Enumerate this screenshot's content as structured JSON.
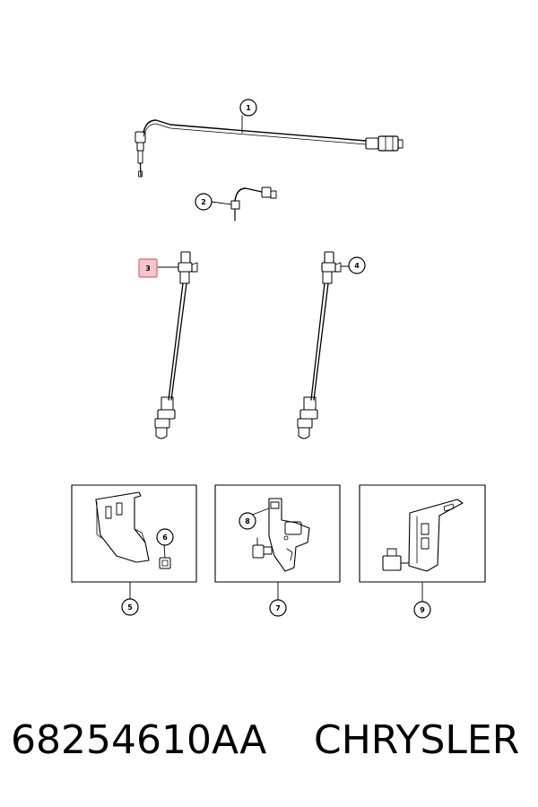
{
  "colors": {
    "stroke": "#000000",
    "highlight_fill": "#f4c6cc",
    "highlight_stroke": "#e0626f"
  },
  "callouts": {
    "c1": "1",
    "c2": "2",
    "c3": "3",
    "c4": "4",
    "c5": "5",
    "c6": "6",
    "c7": "7",
    "c8": "8",
    "c9": "9"
  },
  "footer": {
    "part_number": "68254610AA",
    "brand": "CHRYSLER"
  }
}
